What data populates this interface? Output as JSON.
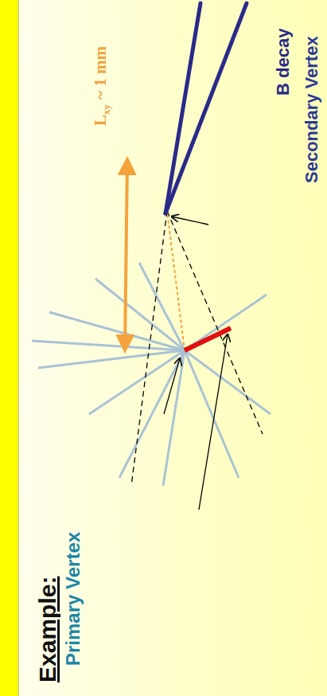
{
  "diagram": {
    "labels": [
      "Example:",
      "Primary Vertex",
      "Secondary Vertex",
      "B decay",
      "L",
      "xy",
      "~ 1 mm"
    ]
  }
}
